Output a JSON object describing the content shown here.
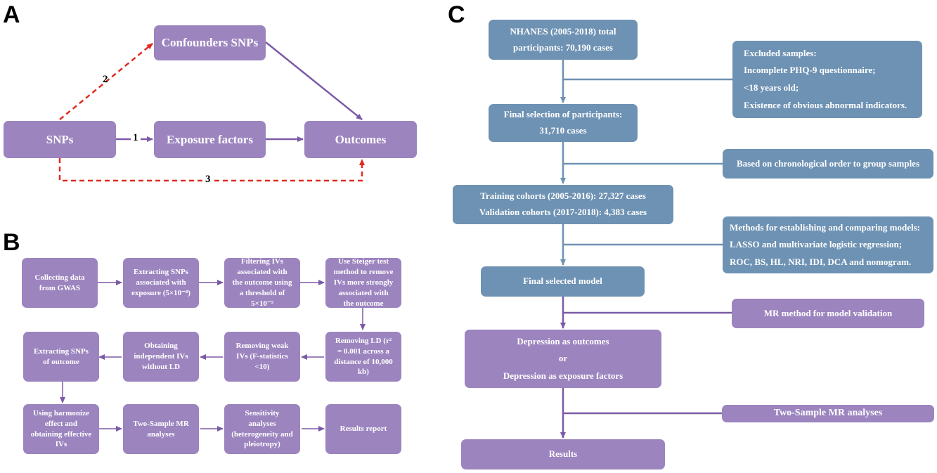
{
  "panel_a": {
    "letter": "A",
    "nodes": {
      "confounders": "Confounders SNPs",
      "snps": "SNPs",
      "exposure": "Exposure factors",
      "outcomes": "Outcomes"
    },
    "path_labels": {
      "p1": "1",
      "p2": "2",
      "p3": "3"
    },
    "colors": {
      "box": "#9c84bf",
      "solid_arrow": "#7b5aa6",
      "dashed_arrow": "#e02b20"
    }
  },
  "panel_b": {
    "letter": "B",
    "steps": [
      "Collecting data\nfrom GWAS",
      "Extracting SNPs\nassociated with\nexposure (5×10⁻⁸)",
      "Filtering IVs\nassociated with\nthe outcome using\na threshold of\n5×10⁻⁵",
      "Use Steiger test\nmethod to remove\nIVs more strongly\nassociated with\nthe outcome",
      "Removing LD (r²\n= 0.001 across a\ndistance of 10,000\nkb)",
      "Removing weak\nIVs (F-statistics\n<10)",
      "Obtaining\nindependent IVs\nwithout LD",
      "Extracting SNPs\nof outcome",
      "Using harmonize\neffect and\nobtaining effective\nIVs",
      "Two-Sample MR\nanalyses",
      "Sensitivity\nanalyses\n(heterogeneity and\npleiotropy)",
      "Results report"
    ]
  },
  "panel_c": {
    "letter": "C",
    "main": {
      "nhanes": "NHANES (2005-2018) total\nparticipants: 70,190 cases",
      "final_selection": "Final selection of participants:\n31,710 cases",
      "cohorts": "Training cohorts (2005-2016): 27,327 cases\nValidation cohorts (2017-2018): 4,383 cases",
      "final_model": "Final selected model",
      "depression": "Depression as outcomes\nor\nDepression as exposure factors",
      "results": "Results"
    },
    "side": {
      "excluded": "Excluded samples:\nIncomplete PHQ-9 questionnaire;\n<18 years old;\nExistence of obvious abnormal indicators.",
      "chronological": "Based on chronological order to group samples",
      "methods": "Methods for establishing and comparing models:\nLASSO and multivariate logistic regression;\nROC, BS, HL, NRI, IDI, DCA and nomogram.",
      "mr_method": "MR method for model validation",
      "two_sample": "Two-Sample MR analyses"
    },
    "colors": {
      "blue": "#6e92b3",
      "purple": "#9c84bf",
      "blue_line": "#6e92b3",
      "purple_line": "#7b5aa6"
    }
  }
}
